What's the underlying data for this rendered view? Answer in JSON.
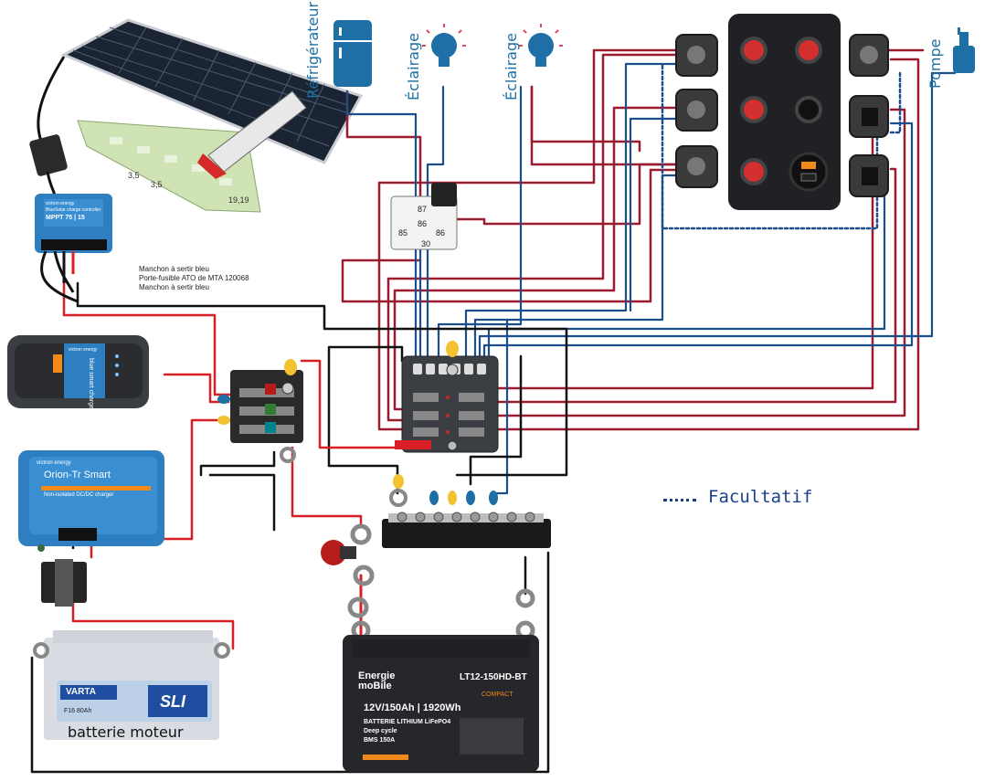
{
  "diagram": {
    "loads": [
      {
        "name": "fridge",
        "label": "Réfrigérateur"
      },
      {
        "name": "light1",
        "label": "Éclairage"
      },
      {
        "name": "light2",
        "label": "Éclairage"
      },
      {
        "name": "pump",
        "label": "Pompe"
      }
    ],
    "relay": {
      "pins": [
        "87",
        "86",
        "85",
        "86",
        "30"
      ]
    },
    "solar_notes": [
      "Manchon à sertir bleu",
      "Porte-fusible ATO de MTA 120068",
      "Manchon à sertir bleu"
    ],
    "mppt": {
      "brand": "victron energy",
      "model": "MPPT 75 | 15",
      "sub": "BlueSolar charge controller"
    },
    "charger": {
      "brand": "victron energy",
      "model": "blue smart charger"
    },
    "orion": {
      "brand": "victron energy",
      "model": "Orion-Tr Smart",
      "sub": "Non-isolated DC/DC charger"
    },
    "starter_battery": {
      "brand": "VARTA",
      "line": "SLI",
      "code": "F16 80Ah",
      "caption": "batterie moteur"
    },
    "lithium_battery": {
      "brand": "Energie moBile",
      "model": "LT12-150HD-BT",
      "compact": "COMPACT",
      "spec": "12V/150Ah | 1920Wh",
      "chem": "BATTERIE LITHIUM LiFePO4",
      "cycle": "Deep cycle",
      "bms": "BMS 150A"
    },
    "legend": {
      "text": "Facultatif"
    },
    "colors": {
      "red_wire": "#9b1c2e",
      "blue_wire": "#1b4f8c",
      "black_wire": "#111111",
      "power_red": "#d81f26",
      "accent_blue": "#1d6fa5"
    }
  }
}
